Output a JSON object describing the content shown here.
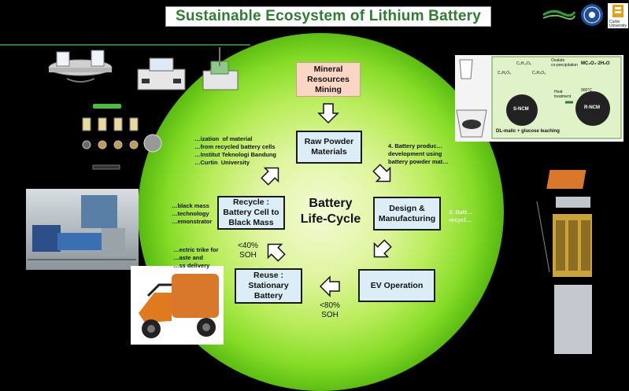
{
  "title": "Sustainable Ecosystem of Lithium Battery",
  "center_label": "Battery\nLife-Cycle",
  "boxes": {
    "mineral": "Mineral\nResources\nMining",
    "raw": "Raw Powder\nMaterials",
    "design": "Design &\nManufacturing",
    "ev": "EV Operation",
    "reuse": "Reuse :\nStationary\nBattery",
    "recycle": "Recycle :\nBattery Cell to\nBlack Mass"
  },
  "soh_notes": {
    "soh40": "<40%\nSOH",
    "soh80": "<80%\nSOH"
  },
  "side_texts": {
    "item1": "…ization  of material\n…from recycled battery cells\n…Institut Teknologi Bandung\n…Curtin  University",
    "item4": "4. Battery produc…\ndevelopment using\nbattery powder mat…",
    "item3": "3. Batt…\nrecycl…",
    "blackmass": "…black mass\n…technology\n…emonstrator",
    "trike": "…ectric trike for\n…aste and\n…ss delivery"
  },
  "scheme_labels": {
    "formula1": "C₄H₆O₅",
    "formula2": "C₄H₄O₅",
    "formula3": "C₆H₁₂O₆",
    "oxalate_note": "Oxalate\nco-precipitation",
    "oxalate_formula": "MC₂O₄·2H₂O",
    "heat_note": "Heat\ntreatment",
    "heat_temp": "900°C",
    "s_ncm": "S-NCM",
    "r_ncm": "R-NCM",
    "leach_caption": "DL-malic + glucose leaching"
  },
  "logos": {
    "curtin_name": "Curtin\nUniversity"
  },
  "colors": {
    "title_green": "#2e7d32",
    "box_fill": "#dbeef7",
    "mineral_fill": "#fbd6c5",
    "glow_center": "#f3fbd6",
    "glow_edge": "#55b80f"
  }
}
